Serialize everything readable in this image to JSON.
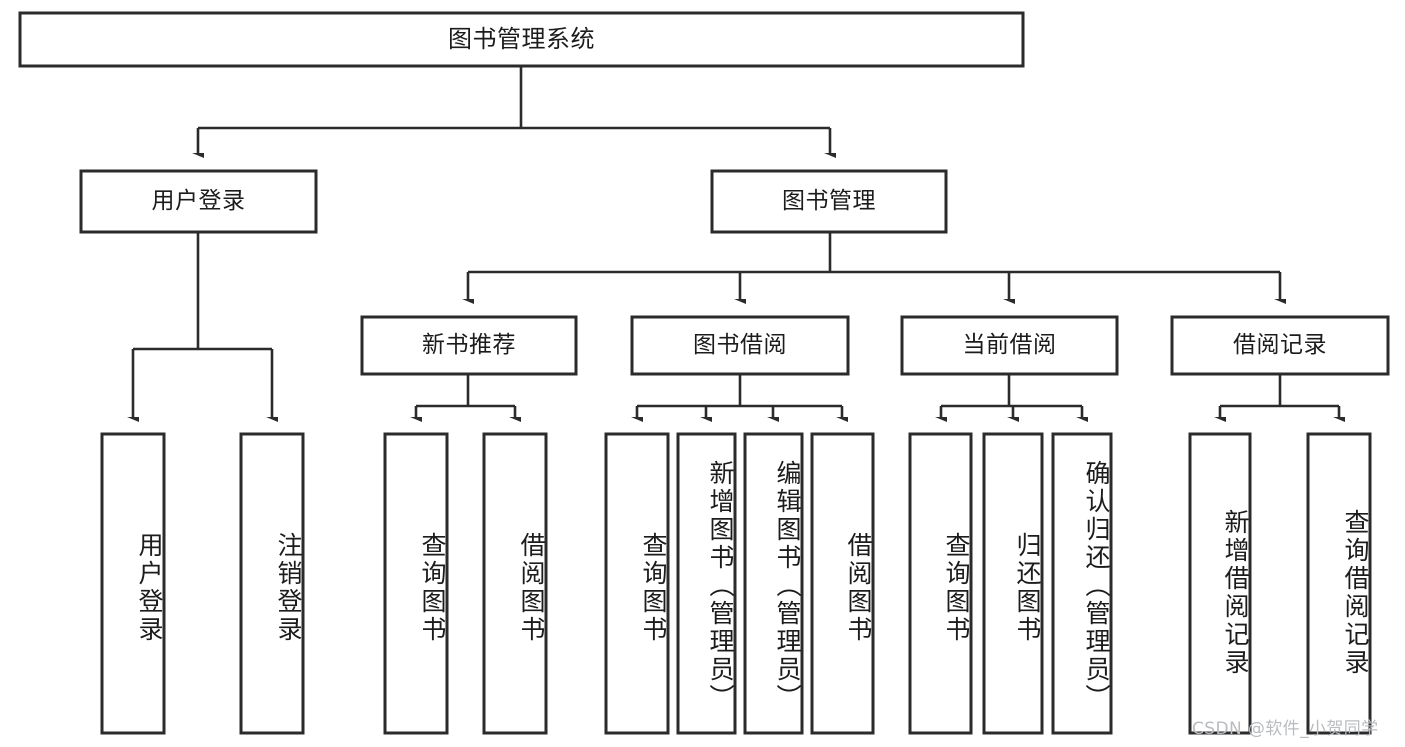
{
  "diagram": {
    "type": "tree-hierarchy-chart",
    "title": "图书管理系统",
    "orientation": "top-down",
    "box_fill": "#ffffff",
    "box_stroke": "#2b2b2b",
    "connector_color": "#2b2b2b",
    "background": "#ffffff"
  },
  "watermark": {
    "text": "CSDN @软件_小贺同学",
    "color": "#b9bcc0"
  },
  "nodes": {
    "root": {
      "label": "图书管理系统",
      "level": 0,
      "text_orientation": "horizontal"
    },
    "level1": [
      {
        "id": "user-login",
        "label": "用户登录",
        "text_orientation": "horizontal"
      },
      {
        "id": "book-manage",
        "label": "图书管理",
        "text_orientation": "horizontal"
      }
    ],
    "level2": [
      {
        "id": "new-book-recommend",
        "label": "新书推荐",
        "parent": "book-manage",
        "text_orientation": "horizontal"
      },
      {
        "id": "book-borrow",
        "label": "图书借阅",
        "parent": "book-manage",
        "text_orientation": "horizontal"
      },
      {
        "id": "current-borrow",
        "label": "当前借阅",
        "parent": "book-manage",
        "text_orientation": "horizontal"
      },
      {
        "id": "borrow-record",
        "label": "借阅记录",
        "parent": "book-manage",
        "text_orientation": "horizontal"
      }
    ],
    "leaves": [
      {
        "id": "leaf-user-login",
        "label": "用户登录",
        "parent": "user-login",
        "text_orientation": "vertical"
      },
      {
        "id": "leaf-user-logout",
        "label": "注销登录",
        "parent": "user-login",
        "text_orientation": "vertical"
      },
      {
        "id": "leaf-query-book-1",
        "label": "查询图书",
        "parent": "new-book-recommend",
        "text_orientation": "vertical"
      },
      {
        "id": "leaf-borrow-book-1",
        "label": "借阅图书",
        "parent": "new-book-recommend",
        "text_orientation": "vertical"
      },
      {
        "id": "leaf-query-book-2",
        "label": "查询图书",
        "parent": "book-borrow",
        "text_orientation": "vertical"
      },
      {
        "id": "leaf-add-book",
        "label": "新增图书（管理员）",
        "parent": "book-borrow",
        "text_orientation": "vertical"
      },
      {
        "id": "leaf-edit-book",
        "label": "编辑图书（管理员）",
        "parent": "book-borrow",
        "text_orientation": "vertical"
      },
      {
        "id": "leaf-borrow-book-2",
        "label": "借阅图书",
        "parent": "book-borrow",
        "text_orientation": "vertical"
      },
      {
        "id": "leaf-query-book-3",
        "label": "查询图书",
        "parent": "current-borrow",
        "text_orientation": "vertical"
      },
      {
        "id": "leaf-return-book",
        "label": "归还图书",
        "parent": "current-borrow",
        "text_orientation": "vertical"
      },
      {
        "id": "leaf-confirm-return",
        "label": "确认归还（管理员）",
        "parent": "current-borrow",
        "text_orientation": "vertical"
      },
      {
        "id": "leaf-add-record",
        "label": "新增借阅记录",
        "parent": "borrow-record",
        "text_orientation": "vertical"
      },
      {
        "id": "leaf-query-record",
        "label": "查询借阅记录",
        "parent": "borrow-record",
        "text_orientation": "vertical"
      }
    ]
  }
}
